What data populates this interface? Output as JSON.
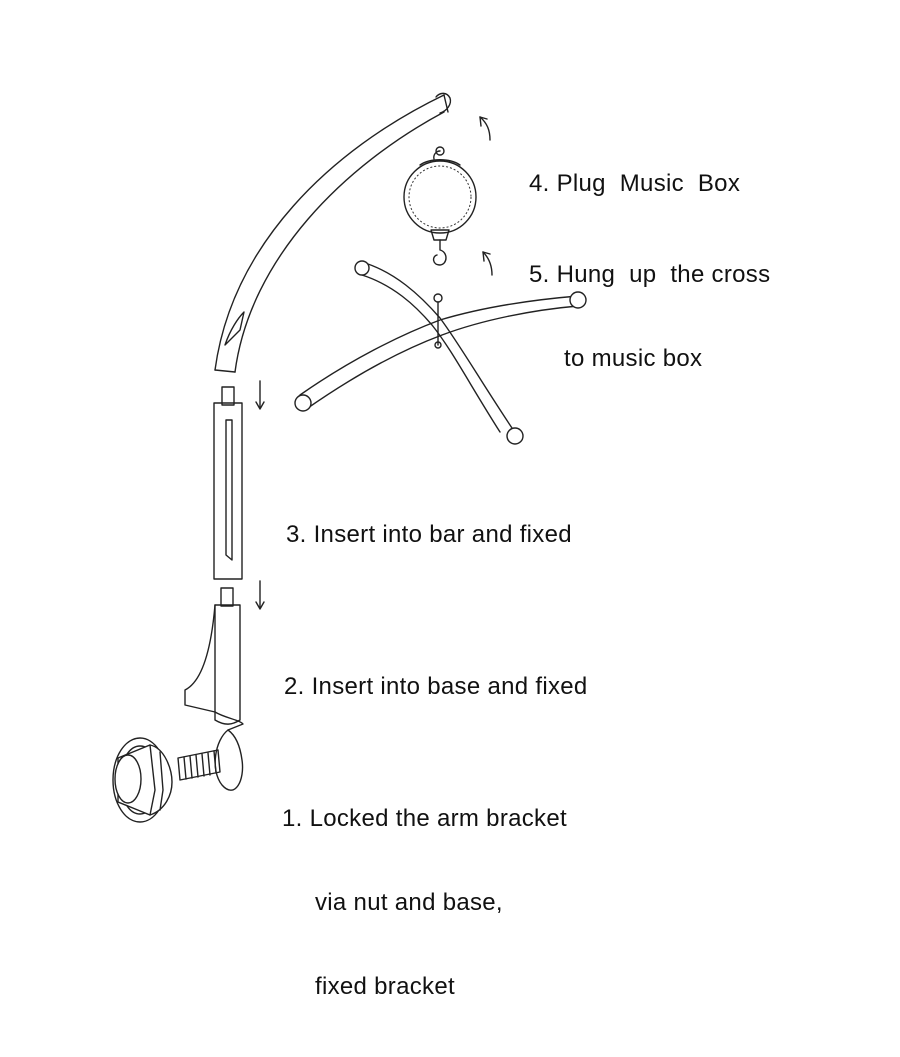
{
  "steps": {
    "step4": {
      "line1": "4. Plug  Music  Box"
    },
    "step5": {
      "line1": "5. Hung  up  the cross",
      "line2": "to music box"
    },
    "step3": {
      "line1": "3. Insert into bar and fixed"
    },
    "step2": {
      "line1": "2. Insert into base and fixed"
    },
    "step1": {
      "line1": "1. Locked the arm bracket",
      "line2": "via nut and base,",
      "line3": "fixed bracket"
    }
  },
  "colors": {
    "line": "#222222",
    "text": "#111111",
    "background": "#ffffff"
  }
}
